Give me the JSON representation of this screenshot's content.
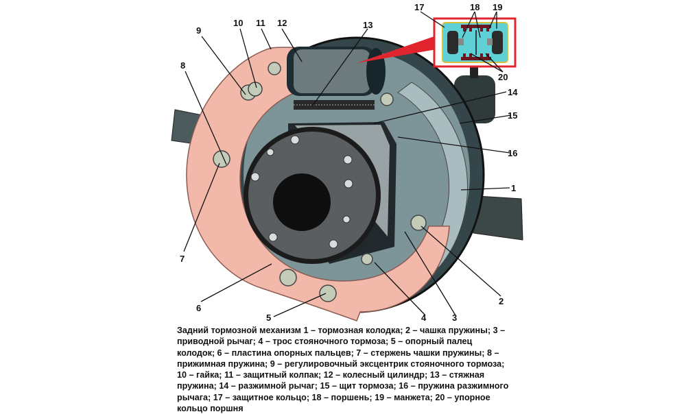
{
  "figure": {
    "title": "Задний тормозной механизм",
    "callouts": [
      {
        "num": "1",
        "name": "тормозная колодка"
      },
      {
        "num": "2",
        "name": "чашка пружины"
      },
      {
        "num": "3",
        "name": "приводной рычаг"
      },
      {
        "num": "4",
        "name": "трос стояночного тормоза"
      },
      {
        "num": "5",
        "name": "опорный палец колодок"
      },
      {
        "num": "6",
        "name": "пластина опорных пальцев"
      },
      {
        "num": "7",
        "name": "стержень чашки пружины"
      },
      {
        "num": "8",
        "name": "прижимная пружина"
      },
      {
        "num": "9",
        "name": "регулировочный эксцентрик стояночного тормоза"
      },
      {
        "num": "10",
        "name": "гайка"
      },
      {
        "num": "11",
        "name": "защитный колпак"
      },
      {
        "num": "12",
        "name": "колесный цилиндр"
      },
      {
        "num": "13",
        "name": "стяжная пружина"
      },
      {
        "num": "14",
        "name": "разжимной рычаг"
      },
      {
        "num": "15",
        "name": "щит тормоза"
      },
      {
        "num": "16",
        "name": "пружина разжимного рычага"
      },
      {
        "num": "17",
        "name": "защитное кольцо"
      },
      {
        "num": "18",
        "name": "поршень"
      },
      {
        "num": "19",
        "name": "манжета"
      },
      {
        "num": "20",
        "name": "упорное кольцо поршня"
      }
    ],
    "colors": {
      "backing_plate": "#f2b8aa",
      "shield": "#3a4a4c",
      "drum_disc": "#5b5e60",
      "inset_border": "#e0252f",
      "inset_fill": "#5ed0d6",
      "inset_seal": "#d9c23a",
      "inset_rubber": "#6b1620"
    }
  },
  "caption": {
    "lines": [
      "Задний тормозной механизм 1 – тормозная колодка; 2 – чашка пружины; 3 –",
      "приводной рычаг; 4 – трос стояночного тормоза; 5 – опорный палец",
      "колодок; 6 – пластина опорных пальцев; 7 – стержень чашки пружины; 8 –",
      "прижимная пружина; 9 – регулировочный эксцентрик стояночного тормоза;",
      "10 – гайка; 11 – защитный колпак; 12 – колесный цилиндр; 13 – стяжная",
      "пружина; 14 – разжимной рычаг; 15 – щит тормоза; 16 – пружина разжимного",
      "рычага; 17 – защитное кольцо; 18 – поршень; 19 – манжета; 20 – упорное",
      "кольцо поршня"
    ]
  }
}
